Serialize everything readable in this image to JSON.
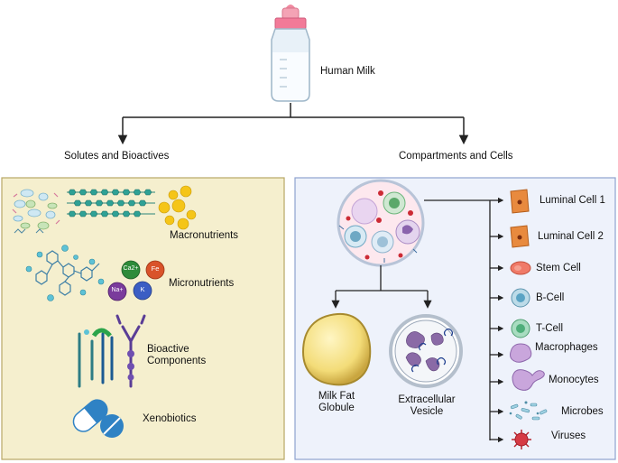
{
  "top": {
    "label": "Human Milk"
  },
  "branches": [
    {
      "label": "Solutes and Bioactives"
    },
    {
      "label": "Compartments and Cells"
    }
  ],
  "solutes": [
    {
      "label": "Macronutrients"
    },
    {
      "label": "Micronutrients"
    },
    {
      "label": "Bioactive\nComponents"
    },
    {
      "label": "Xenobiotics"
    }
  ],
  "ions": [
    "Ca2+",
    "Fe",
    "Na+",
    "K"
  ],
  "compartments": [
    {
      "label": "Milk Fat\nGlobule"
    },
    {
      "label": "Extracellular\nVesicle"
    }
  ],
  "cells": [
    {
      "label": "Luminal Cell 1"
    },
    {
      "label": "Luminal Cell 2"
    },
    {
      "label": "Stem Cell"
    },
    {
      "label": "B-Cell"
    },
    {
      "label": "T-Cell"
    },
    {
      "label": "Macrophages"
    },
    {
      "label": "Monocytes"
    },
    {
      "label": "Microbes"
    },
    {
      "label": "Viruses"
    }
  ],
  "colors": {
    "solutes_panel": "#f5efce",
    "solutes_border": "#b8a766",
    "cells_panel": "#eef2fb",
    "cells_border": "#8ea2cf",
    "line": "#222222"
  }
}
